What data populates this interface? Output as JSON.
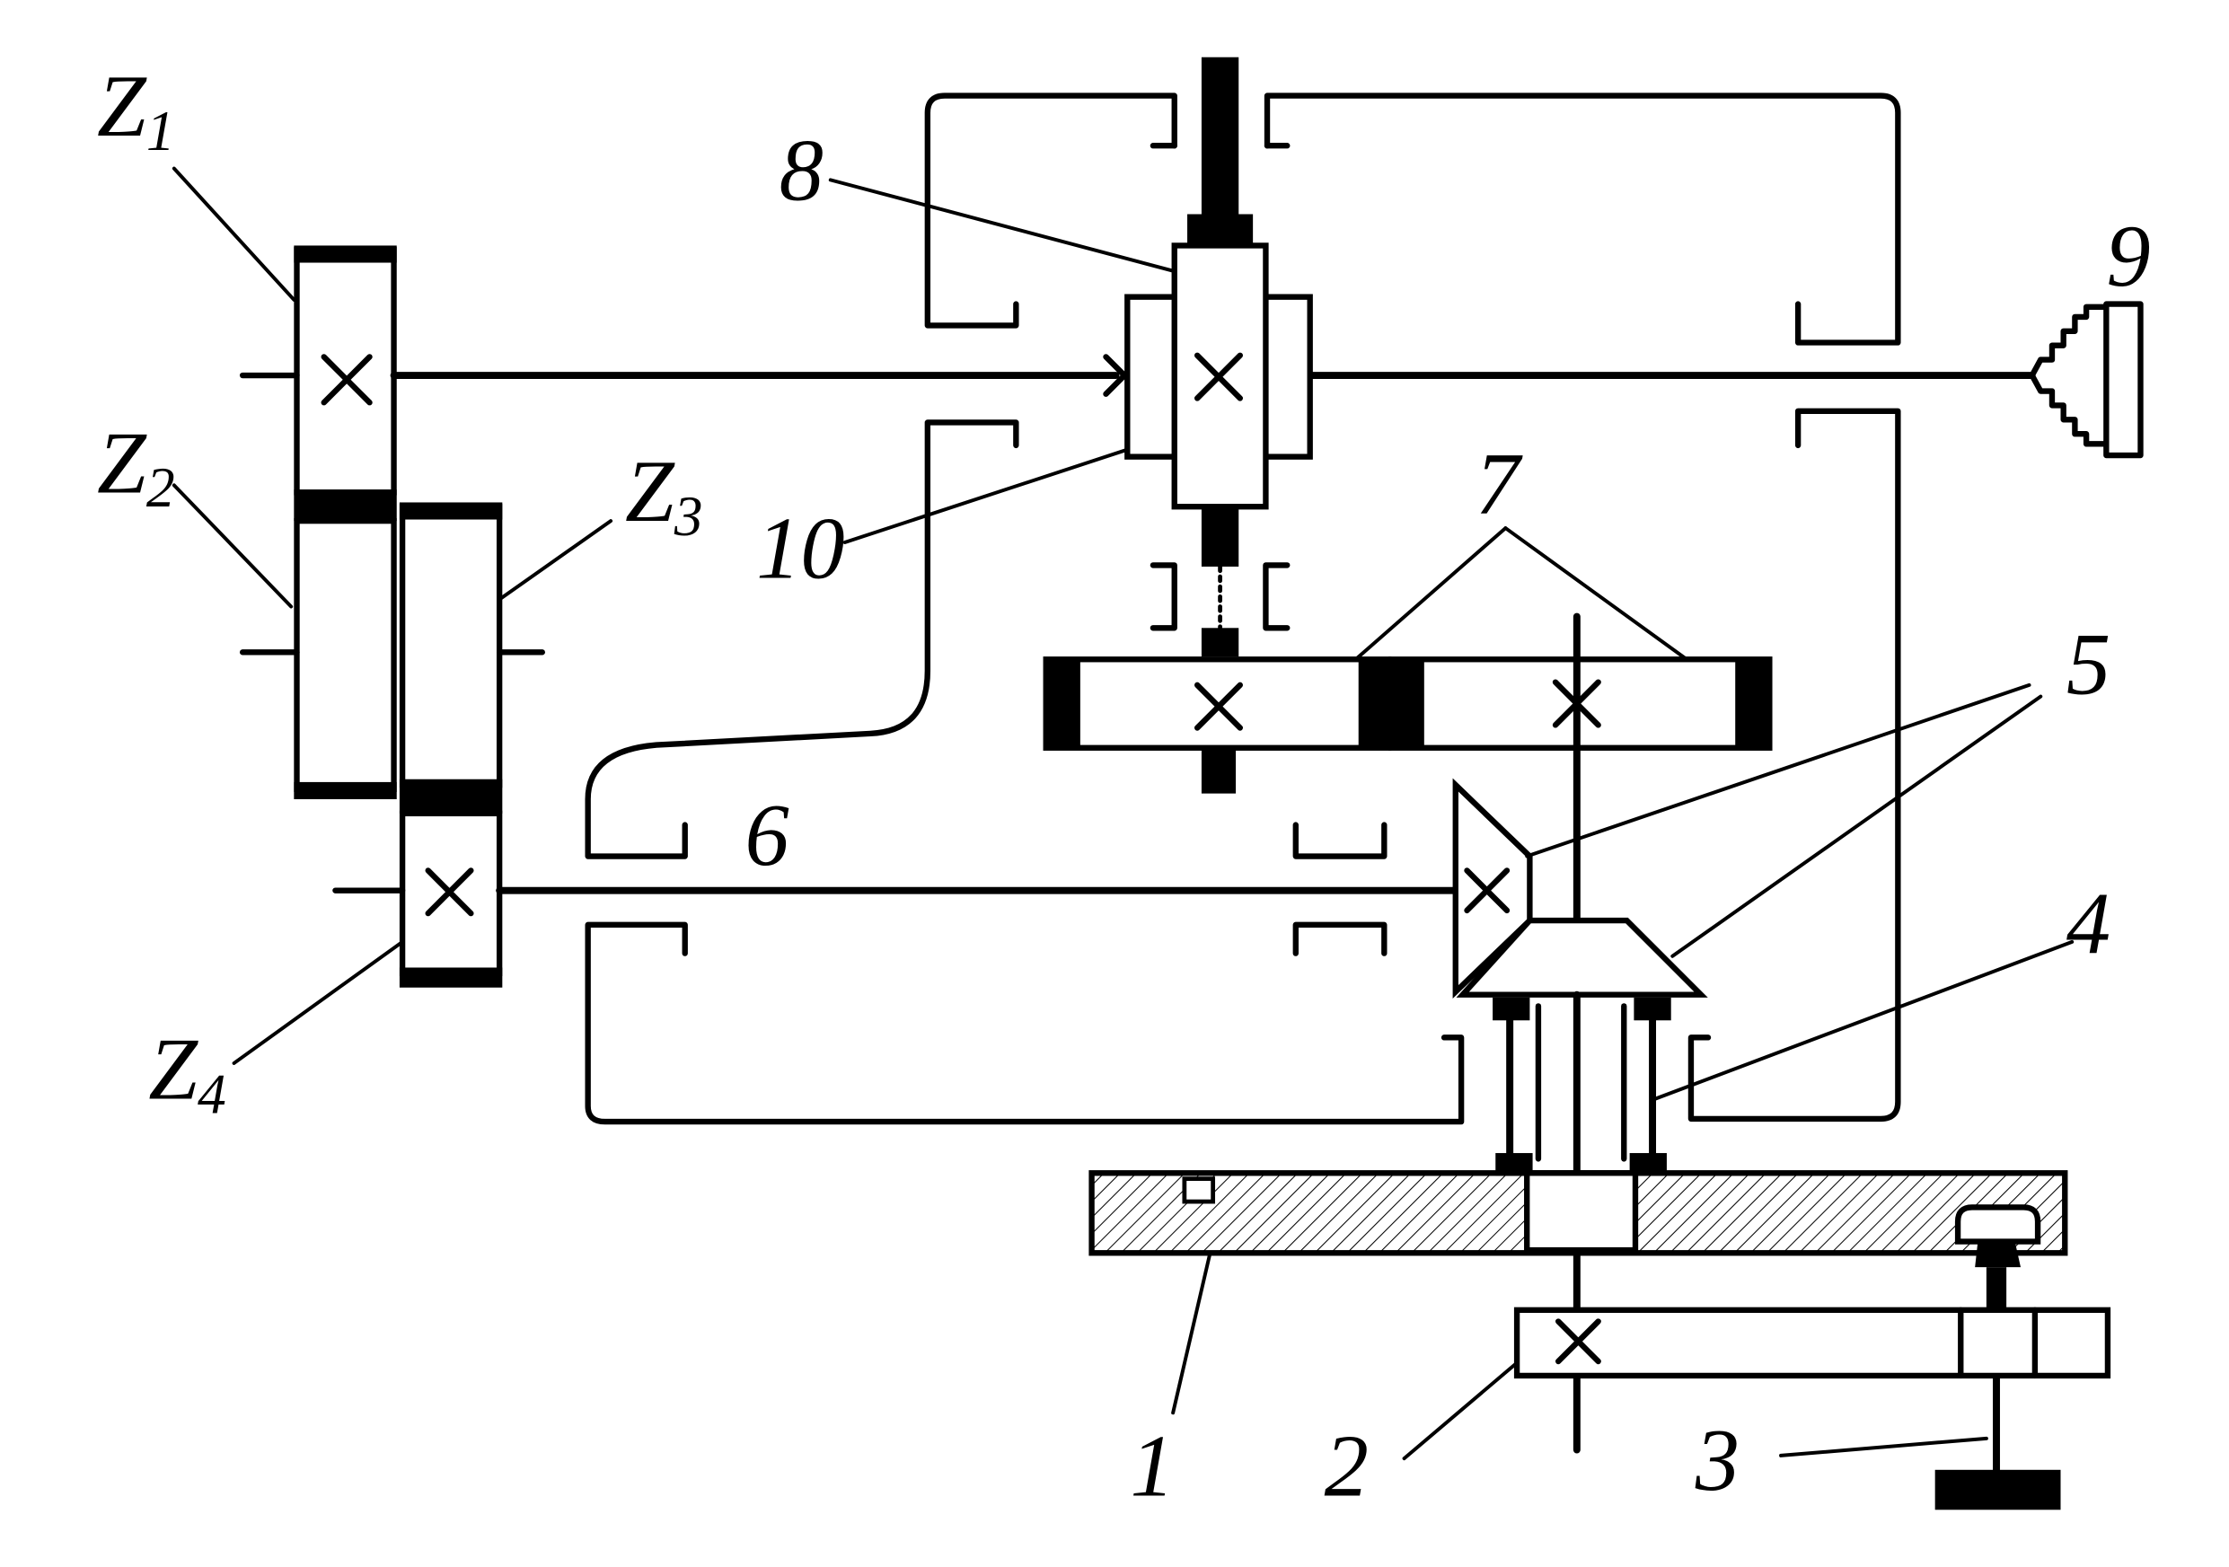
{
  "labels": {
    "z1_letter": "Z",
    "z1_index": "1",
    "z2_letter": "Z",
    "z2_index": "2",
    "z3_letter": "Z",
    "z3_index": "3",
    "z4_letter": "Z",
    "z4_index": "4",
    "n1": "1",
    "n2": "2",
    "n3": "3",
    "n4": "4",
    "n5": "5",
    "n6": "6",
    "n7": "7",
    "n8": "8",
    "n9": "9",
    "n10": "10"
  },
  "colors": {
    "ink": "#000000",
    "paper": "#ffffff"
  }
}
